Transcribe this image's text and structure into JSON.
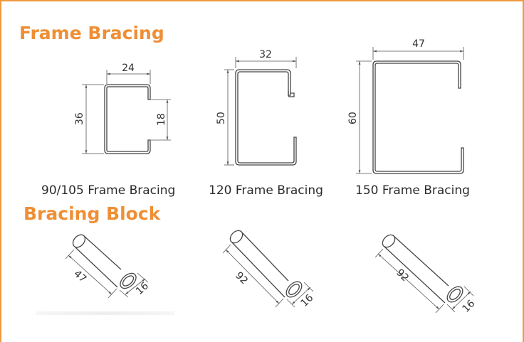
{
  "sections": {
    "frame_bracing": {
      "title": "Frame Bracing",
      "profiles": [
        {
          "caption": "90/105 Frame Bracing",
          "width": "24",
          "height": "36",
          "opening": "18"
        },
        {
          "caption": "120 Frame Bracing",
          "width": "32",
          "height": "50"
        },
        {
          "caption": "150 Frame Bracing",
          "width": "47",
          "height": "60"
        }
      ]
    },
    "bracing_block": {
      "title": "Bracing Block",
      "blocks": [
        {
          "length": "47",
          "diameter": "16"
        },
        {
          "length": "92",
          "diameter": "16"
        },
        {
          "length": "92",
          "diameter": "16"
        }
      ]
    }
  },
  "colors": {
    "accent": "#ef8f35",
    "border": "#ef9a3e",
    "line": "#444444"
  }
}
